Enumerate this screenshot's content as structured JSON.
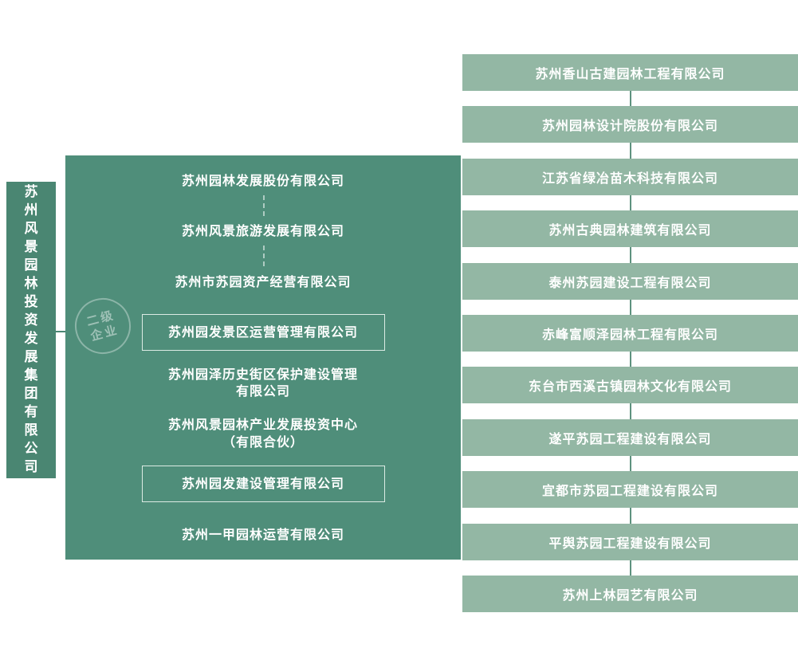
{
  "root": {
    "label": "苏州风景园林投资发展集团有限公司"
  },
  "subsidiaries": {
    "rows": [
      {
        "label": "苏州园林发展股份有限公司"
      },
      {
        "label": "苏州风景旅游发展有限公司"
      },
      {
        "label": "苏州市苏园资产经营有限公司"
      },
      {
        "label": "苏州园发景区运营管理有限公司"
      },
      {
        "label": "苏州园泽历史街区保护建设管理\n有限公司"
      },
      {
        "label": "苏州风景园林产业发展投资中心\n（有限合伙）"
      },
      {
        "label": "苏州园发建设管理有限公司"
      },
      {
        "label": "苏州一甲园林运营有限公司"
      }
    ]
  },
  "branches": {
    "items": [
      "苏州香山古建园林工程有限公司",
      "苏州园林设计院股份有限公司",
      "江苏省绿冶苗木科技有限公司",
      "苏州古典园林建筑有限公司",
      "泰州苏园建设工程有限公司",
      "赤峰富顺泽园林工程有限公司",
      "东台市西溪古镇园林文化有限公司",
      "遂平苏园工程建设有限公司",
      "宜都市苏园工程建设有限公司",
      "平舆苏园工程建设有限公司",
      "苏州上林园艺有限公司"
    ]
  },
  "watermark": {
    "text": "二级\n企业"
  },
  "colors": {
    "root_box": "#4a8672",
    "group_block": "#4f8e7a",
    "branch_box": "#93b7a4",
    "connector": "#5e927f",
    "dash": "rgba(255,255,255,0.55)",
    "seal": "rgba(255,255,255,0.45)",
    "text": "#ffffff"
  }
}
